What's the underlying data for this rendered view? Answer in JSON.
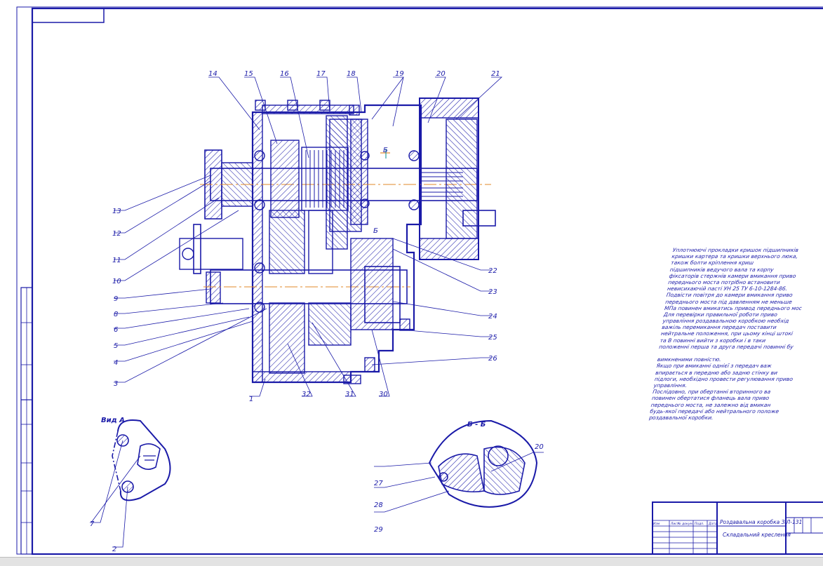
{
  "drawing": {
    "part_labels": [
      "1",
      "2",
      "3",
      "4",
      "5",
      "6",
      "6",
      "7",
      "8",
      "9",
      "10",
      "11",
      "12",
      "13",
      "14",
      "15",
      "16",
      "17",
      "18",
      "19",
      "20",
      "21",
      "22",
      "23",
      "24",
      "25",
      "26",
      "27",
      "28",
      "29",
      "30",
      "31",
      "32",
      "20"
    ],
    "view_labels": {
      "view_a": "Вид А",
      "section_bb": "Б - Б",
      "mark_b1": "Б",
      "mark_b2": "Б"
    },
    "notes": [
      "Уплотнюючі прокладки кришок підшипників",
      "кришки картера та кришки верхнього люка,",
      "також болти кріплення криш",
      "підшипників ведучого вала та корпу",
      "фіксаторів стержнів камери вмикання приво",
      "переднього моста потрібно встановити",
      "невисихаючій пасті УН 25 ТУ 6-10-1284-86.",
      "Подвісти повітря до камери вмикання приво",
      "переднього моста під давленням не меньше",
      "МПа повинен вмикатись привод переднього мос",
      "Для перевірки правильної роботи приво",
      "управління роздавальною коробкою необхід",
      "важіль перемикання передач поставити",
      "нейтральне положення, при цьому кінці штокі",
      "та В повинні вийти з коробки і в таки",
      "положенні перша та друга передачі повинні бу",
      "",
      "вимкненими повністю.",
      "Якщо при вмиканні однієї з передач важ",
      "впирається в передню або задню стінку ви",
      "підлоги, необхідно провести регулювання приво",
      "управління.",
      "Послідовно, при обертанні вторинного ва",
      "повинен обертатися фланець вала приво",
      "переднього моста, не залежно від вмикан",
      "будь-якої передачі або нейтрального положе",
      "роздавальної коробки."
    ],
    "title_block": {
      "title": "Роздавальна коробка ЗІЛ-131",
      "subtitle": "Складальний креслення",
      "col_headers": [
        "Изм",
        "Лист",
        "№ докум.",
        "Подп.",
        "Дата"
      ]
    }
  }
}
